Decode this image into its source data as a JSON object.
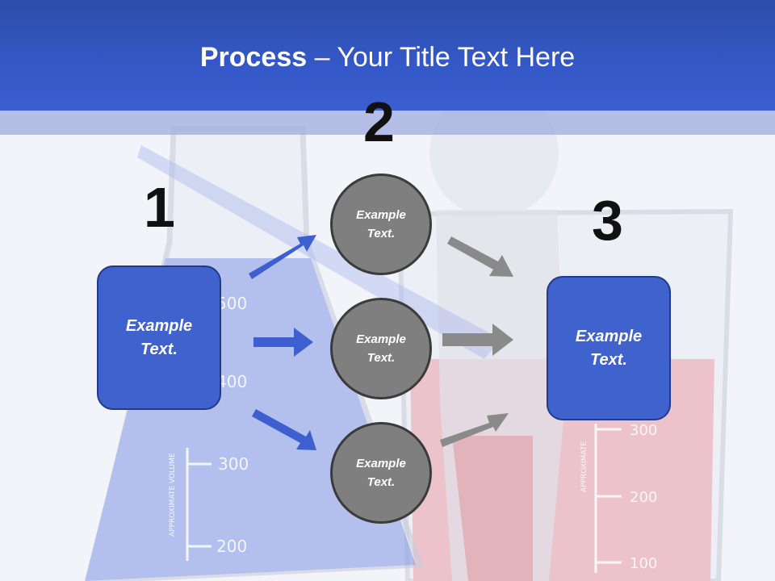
{
  "title": {
    "bold": "Process",
    "rest": " – Your Title Text Here"
  },
  "steps": {
    "one": "1",
    "two": "2",
    "three": "3"
  },
  "left_box": {
    "text": "Example Text."
  },
  "right_box": {
    "text": "Example Text."
  },
  "circles": [
    {
      "text": "Example Text."
    },
    {
      "text": "Example Text."
    },
    {
      "text": "Example Text."
    }
  ],
  "background_marks": {
    "left": [
      "500",
      "400",
      "300",
      "200"
    ],
    "right": [
      "300",
      "200",
      "100"
    ],
    "vertical_left": "APPROXIMATE VOLUME",
    "vertical_right": "APPROXIMATE"
  },
  "colors": {
    "header": "#3558c8",
    "box_fill": "#3f62cc",
    "circle_fill": "#7f7f7f",
    "arrow_blue": "#3d5fd0",
    "arrow_gray": "#8a8a8a"
  }
}
